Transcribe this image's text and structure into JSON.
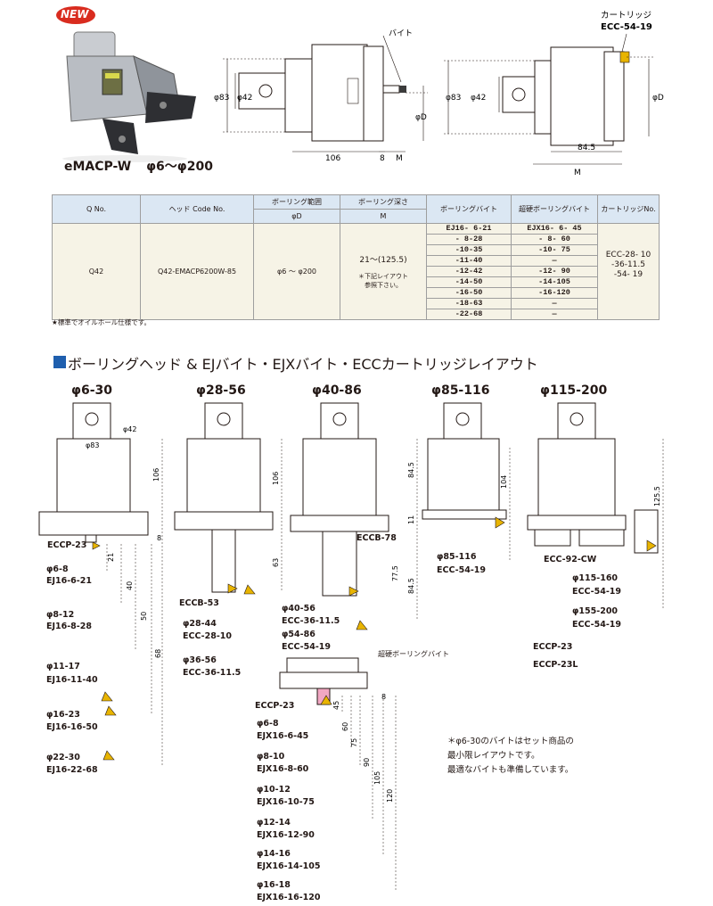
{
  "product": {
    "badge": "NEW",
    "name": "eMACP-W",
    "range": "φ6～φ200"
  },
  "top_diagram_left": {
    "d83": "φ83",
    "d42": "φ42",
    "bite": "バイト",
    "dim_106": "106",
    "dim_8": "8",
    "dim_M": "M",
    "dD": "φD"
  },
  "top_diagram_right": {
    "cartridge_jp": "カートリッジ",
    "cartridge_code": "ECC-54-19",
    "d83": "φ83",
    "d42": "φ42",
    "dD": "φD",
    "dim_845": "84.5",
    "dim_M": "M"
  },
  "table": {
    "headers": {
      "q_no": "Q No.",
      "head_code": "ヘッド Code No.",
      "boring_range": "ボーリング範囲",
      "boring_range_unit": "φD",
      "boring_depth": "ボーリング深さ",
      "boring_depth_unit": "M",
      "boring_bite": "ボーリングバイト",
      "carbide_bite": "超硬ボーリングバイト",
      "cartridge": "カートリッジNo."
    },
    "row": {
      "q_no": "Q42",
      "head_code": "Q42-EMACP6200W-85",
      "boring_range": "φ6 ～ φ200",
      "boring_depth": "21～(125.5)",
      "depth_note": "＊下記レイアウト\n参照下さい。",
      "bites": [
        "EJ16- 6-21",
        "- 8-28",
        "-10-35",
        "-11-40",
        "-12-42",
        "-14-50",
        "-16-50",
        "-18-63",
        "-22-68"
      ],
      "carbide": [
        "EJX16- 6- 45",
        "- 8- 60",
        "-10- 75",
        "—",
        "-12- 90",
        "-14-105",
        "-16-120",
        "—",
        "—"
      ],
      "cartridges": "ECC-28-  10\n-36-11.5\n-54-  19"
    },
    "footnote": "★標準でオイルホール仕様です。"
  },
  "section_title": "ボーリングヘッド & EJバイト・EJXバイト・ECCカートリッジレイアウト",
  "layouts": {
    "l1": {
      "title": "φ6-30",
      "d42": "φ42",
      "d83": "φ83",
      "dim_106": "106",
      "dim_8": "8",
      "holder": "ECCP-23",
      "dims": [
        "21",
        "40",
        "50",
        "68"
      ],
      "items": [
        {
          "range": "φ6-8",
          "code": "EJ16-6-21"
        },
        {
          "range": "φ8-12",
          "code": "EJ16-8-28"
        },
        {
          "range": "φ11-17",
          "code": "EJ16-11-40"
        },
        {
          "range": "φ16-23",
          "code": "EJ16-16-50"
        },
        {
          "range": "φ22-30",
          "code": "EJ16-22-68"
        }
      ]
    },
    "l2": {
      "title": "φ28-56",
      "dim_106": "106",
      "dim_63": "63",
      "holder": "ECCB-53",
      "items": [
        {
          "range": "φ28-44",
          "code": "ECC-28-10"
        },
        {
          "range": "φ36-56",
          "code": "ECC-36-11.5"
        }
      ]
    },
    "l3": {
      "title": "φ40-86",
      "dim_845": "84.5",
      "dim_11": "11",
      "dim_775": "77.5",
      "dim_845b": "84.5",
      "holder": "ECCB-78",
      "items": [
        {
          "range": "φ40-56",
          "code": "ECC-36-11.5"
        },
        {
          "range": "φ54-86",
          "code": "ECC-54-19"
        }
      ]
    },
    "l4": {
      "title": "φ85-116",
      "dim_104": "104",
      "items": [
        {
          "range": "φ85-116",
          "code": "ECC-54-19"
        }
      ]
    },
    "l5": {
      "title": "φ115-200",
      "dim_1255": "125.5",
      "holder": "ECC-92-CW",
      "items": [
        {
          "range": "φ115-160",
          "code": "ECC-54-19"
        },
        {
          "range": "φ155-200",
          "code": "ECC-54-19"
        }
      ],
      "holders": [
        "ECCP-23",
        "ECCP-23L"
      ]
    },
    "l6": {
      "carbide_label": "超硬ボーリングバイト",
      "holder": "ECCP-23",
      "dim_8": "8",
      "dims": [
        "45",
        "60",
        "75",
        "90",
        "105",
        "120"
      ],
      "items": [
        {
          "range": "φ6-8",
          "code": "EJX16-6-45"
        },
        {
          "range": "φ8-10",
          "code": "EJX16-8-60"
        },
        {
          "range": "φ10-12",
          "code": "EJX16-10-75"
        },
        {
          "range": "φ12-14",
          "code": "EJX16-12-90"
        },
        {
          "range": "φ14-16",
          "code": "EJX16-14-105"
        },
        {
          "range": "φ16-18",
          "code": "EJX16-16-120"
        }
      ]
    }
  },
  "note": "＊φ6-30のバイトはセット商品の\n最小限レイアウトです。\n最適なバイトも準備しています。",
  "colors": {
    "accent": "#1f5fae",
    "table_header": "#dbe7f3",
    "table_body": "#f6f3e6",
    "insert": "#e8b400",
    "pink": "#f2a7c3"
  }
}
